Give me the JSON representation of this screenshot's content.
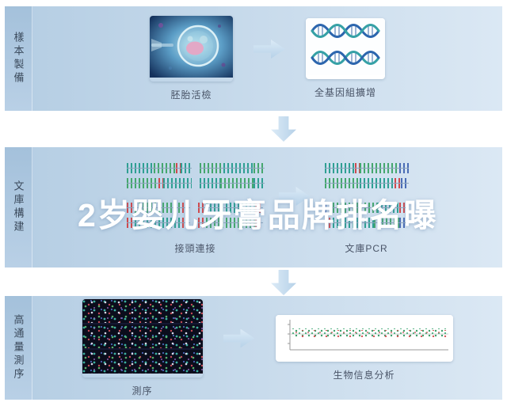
{
  "watermark": "2岁婴儿牙膏品牌排名曝",
  "rows": [
    {
      "label": "樣本製備",
      "steps": [
        {
          "caption": "胚胎活檢",
          "icon": "embryo-biopsy-image"
        },
        {
          "caption": "全基因組擴增",
          "icon": "dna-helix-image"
        }
      ]
    },
    {
      "label": "文庫構建",
      "steps": [
        {
          "caption": "接頭連接",
          "icon": "adapter-ligation-diagram"
        },
        {
          "caption": "文庫PCR",
          "icon": "library-pcr-diagram"
        }
      ]
    },
    {
      "label": "高通量測序",
      "steps": [
        {
          "caption": "測序",
          "icon": "flowcell-image"
        },
        {
          "caption": "生物信息分析",
          "icon": "bioinformatics-plot"
        }
      ]
    }
  ],
  "colors": {
    "band_left": "#b4cde3",
    "band_right": "#dbe8f4",
    "label_strip": "#a4c1db",
    "arrow": "#b6d1e8",
    "caption_text": "#4a5568",
    "tick_green": "#45a76e",
    "tick_teal": "#2f9f93",
    "tick_red": "#cf4a4e",
    "tick_blue": "#4a6cb5"
  }
}
